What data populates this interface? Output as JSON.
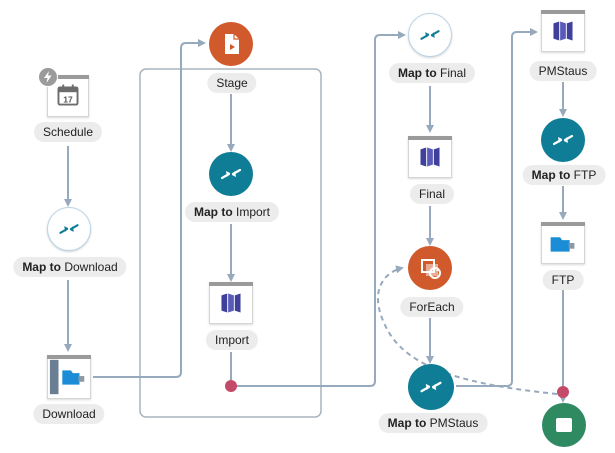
{
  "diagram": {
    "colors": {
      "connector": "#97a9bd",
      "junction": "#c44a6a",
      "map_teal": "#0f7d96",
      "stage_orange": "#d05a2b",
      "stop_green": "#2f8a62",
      "label_bg": "#ececec"
    },
    "nodes": {
      "schedule": {
        "label": "Schedule",
        "icon": "calendar-icon",
        "badge_icon": "lightning-icon",
        "calendar_day": "17"
      },
      "map_download": {
        "label_bold": "Map to",
        "label_rest": " Download",
        "icon": "map-arrows-icon"
      },
      "download": {
        "label": "Download",
        "icon": "ftp-adapter-icon"
      },
      "stage": {
        "label": "Stage",
        "icon": "stage-file-icon"
      },
      "map_import": {
        "label_bold": "Map to",
        "label_rest": " Import",
        "icon": "map-arrows-icon"
      },
      "import": {
        "label": "Import",
        "icon": "integration-icon"
      },
      "map_final": {
        "label_bold": "Map to",
        "label_rest": " Final",
        "icon": "map-arrows-icon"
      },
      "final": {
        "label": "Final",
        "icon": "integration-icon"
      },
      "foreach": {
        "label": "ForEach",
        "icon": "loop-icon"
      },
      "map_pmstaus": {
        "label_bold": "Map to",
        "label_rest": " PMStaus",
        "icon": "map-arrows-icon"
      },
      "pmstaus": {
        "label": "PMStaus",
        "icon": "integration-icon"
      },
      "map_ftp": {
        "label_bold": "Map to",
        "label_rest": " FTP",
        "icon": "map-arrows-icon"
      },
      "ftp": {
        "label": "FTP",
        "icon": "ftp-adapter-icon"
      },
      "stop": {
        "icon": "stop-icon"
      }
    }
  }
}
